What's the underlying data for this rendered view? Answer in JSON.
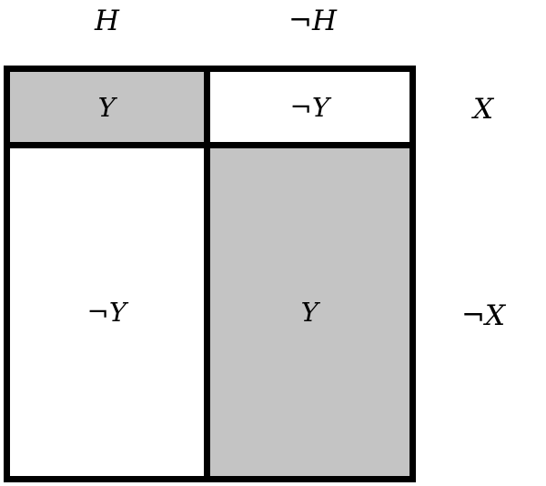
{
  "figure": {
    "column_headers": [
      {
        "label": "H"
      },
      {
        "label": "¬H"
      }
    ],
    "row_labels": [
      {
        "label": "X"
      },
      {
        "label": "¬X"
      }
    ],
    "cells": {
      "top_left": {
        "label": "Y",
        "shaded": true
      },
      "top_right": {
        "label": "¬Y",
        "shaded": false
      },
      "bottom_left": {
        "label": "¬Y",
        "shaded": false
      },
      "bottom_right": {
        "label": "Y",
        "shaded": true
      }
    },
    "colors": {
      "shaded": "#c4c4c4",
      "unshaded": "#ffffff",
      "border": "#000000"
    }
  }
}
